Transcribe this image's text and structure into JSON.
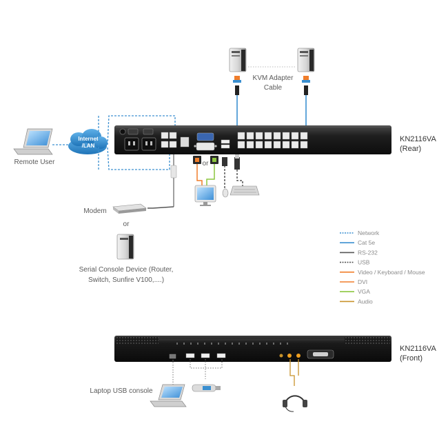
{
  "labels": {
    "remote_user": "Remote User",
    "cloud_line1": "Internet",
    "cloud_line2": "/LAN",
    "kvm_cable_line1": "KVM Adapter",
    "kvm_cable_line2": "Cable",
    "rear_model": "KN2116VA",
    "rear_side": "(Rear)",
    "front_model": "KN2116VA",
    "front_side": "(Front)",
    "modem": "Modem",
    "or_text": "or",
    "or_small": "or",
    "serial_line1": "Serial Console Device (Router,",
    "serial_line2": "Switch, Sunfire V100,....)",
    "laptop_usb": "Laptop USB console"
  },
  "legend": [
    {
      "label": "Network",
      "color": "#3a8fd0",
      "style": "dashed"
    },
    {
      "label": "Cat 5e",
      "color": "#3a8fd0",
      "style": "solid"
    },
    {
      "label": "RS-232",
      "color": "#555555",
      "style": "solid"
    },
    {
      "label": "USB",
      "color": "#555555",
      "style": "dashed"
    },
    {
      "label": "Video / Keyboard / Mouse",
      "color": "#f07d2a",
      "style": "solid"
    },
    {
      "label": "DVI",
      "color": "#f07d2a",
      "style": "solid"
    },
    {
      "label": "VGA",
      "color": "#8cc63f",
      "style": "solid"
    },
    {
      "label": "Audio",
      "color": "#c8922a",
      "style": "solid"
    }
  ]
}
